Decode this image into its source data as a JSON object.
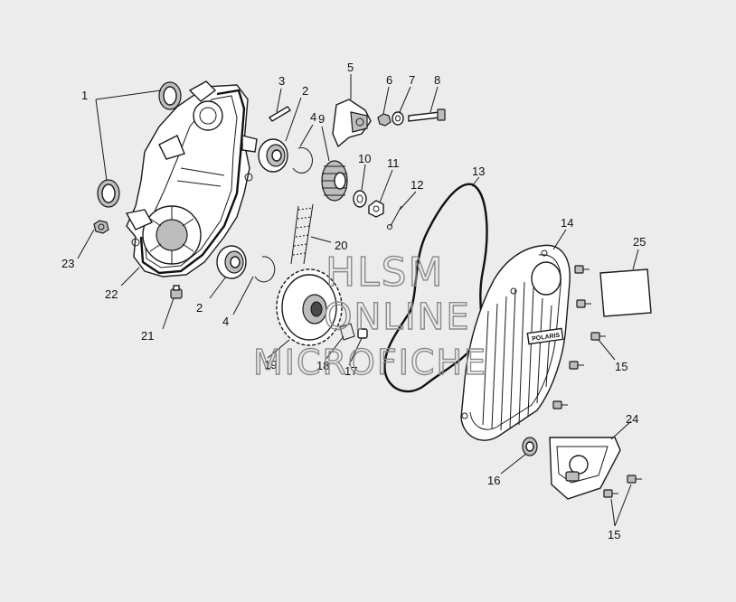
{
  "diagram": {
    "callouts": {
      "c1": "1",
      "c2a": "2",
      "c2b": "2",
      "c3": "3",
      "c4a": "4",
      "c4b": "4",
      "c5": "5",
      "c6": "6",
      "c7": "7",
      "c8": "8",
      "c9": "9",
      "c10": "10",
      "c11": "11",
      "c12": "12",
      "c13": "13",
      "c14": "14",
      "c15a": "15",
      "c15b": "15",
      "c16": "16",
      "c17": "17",
      "c18": "18",
      "c19": "19",
      "c20": "20",
      "c21": "21",
      "c22": "22",
      "c23": "23",
      "c24": "24",
      "c25": "25"
    },
    "cover_logo": "POLARIS"
  },
  "watermark": {
    "line1": "HLSM",
    "line2": "ONLINE",
    "line3": "MICROFICHE"
  }
}
